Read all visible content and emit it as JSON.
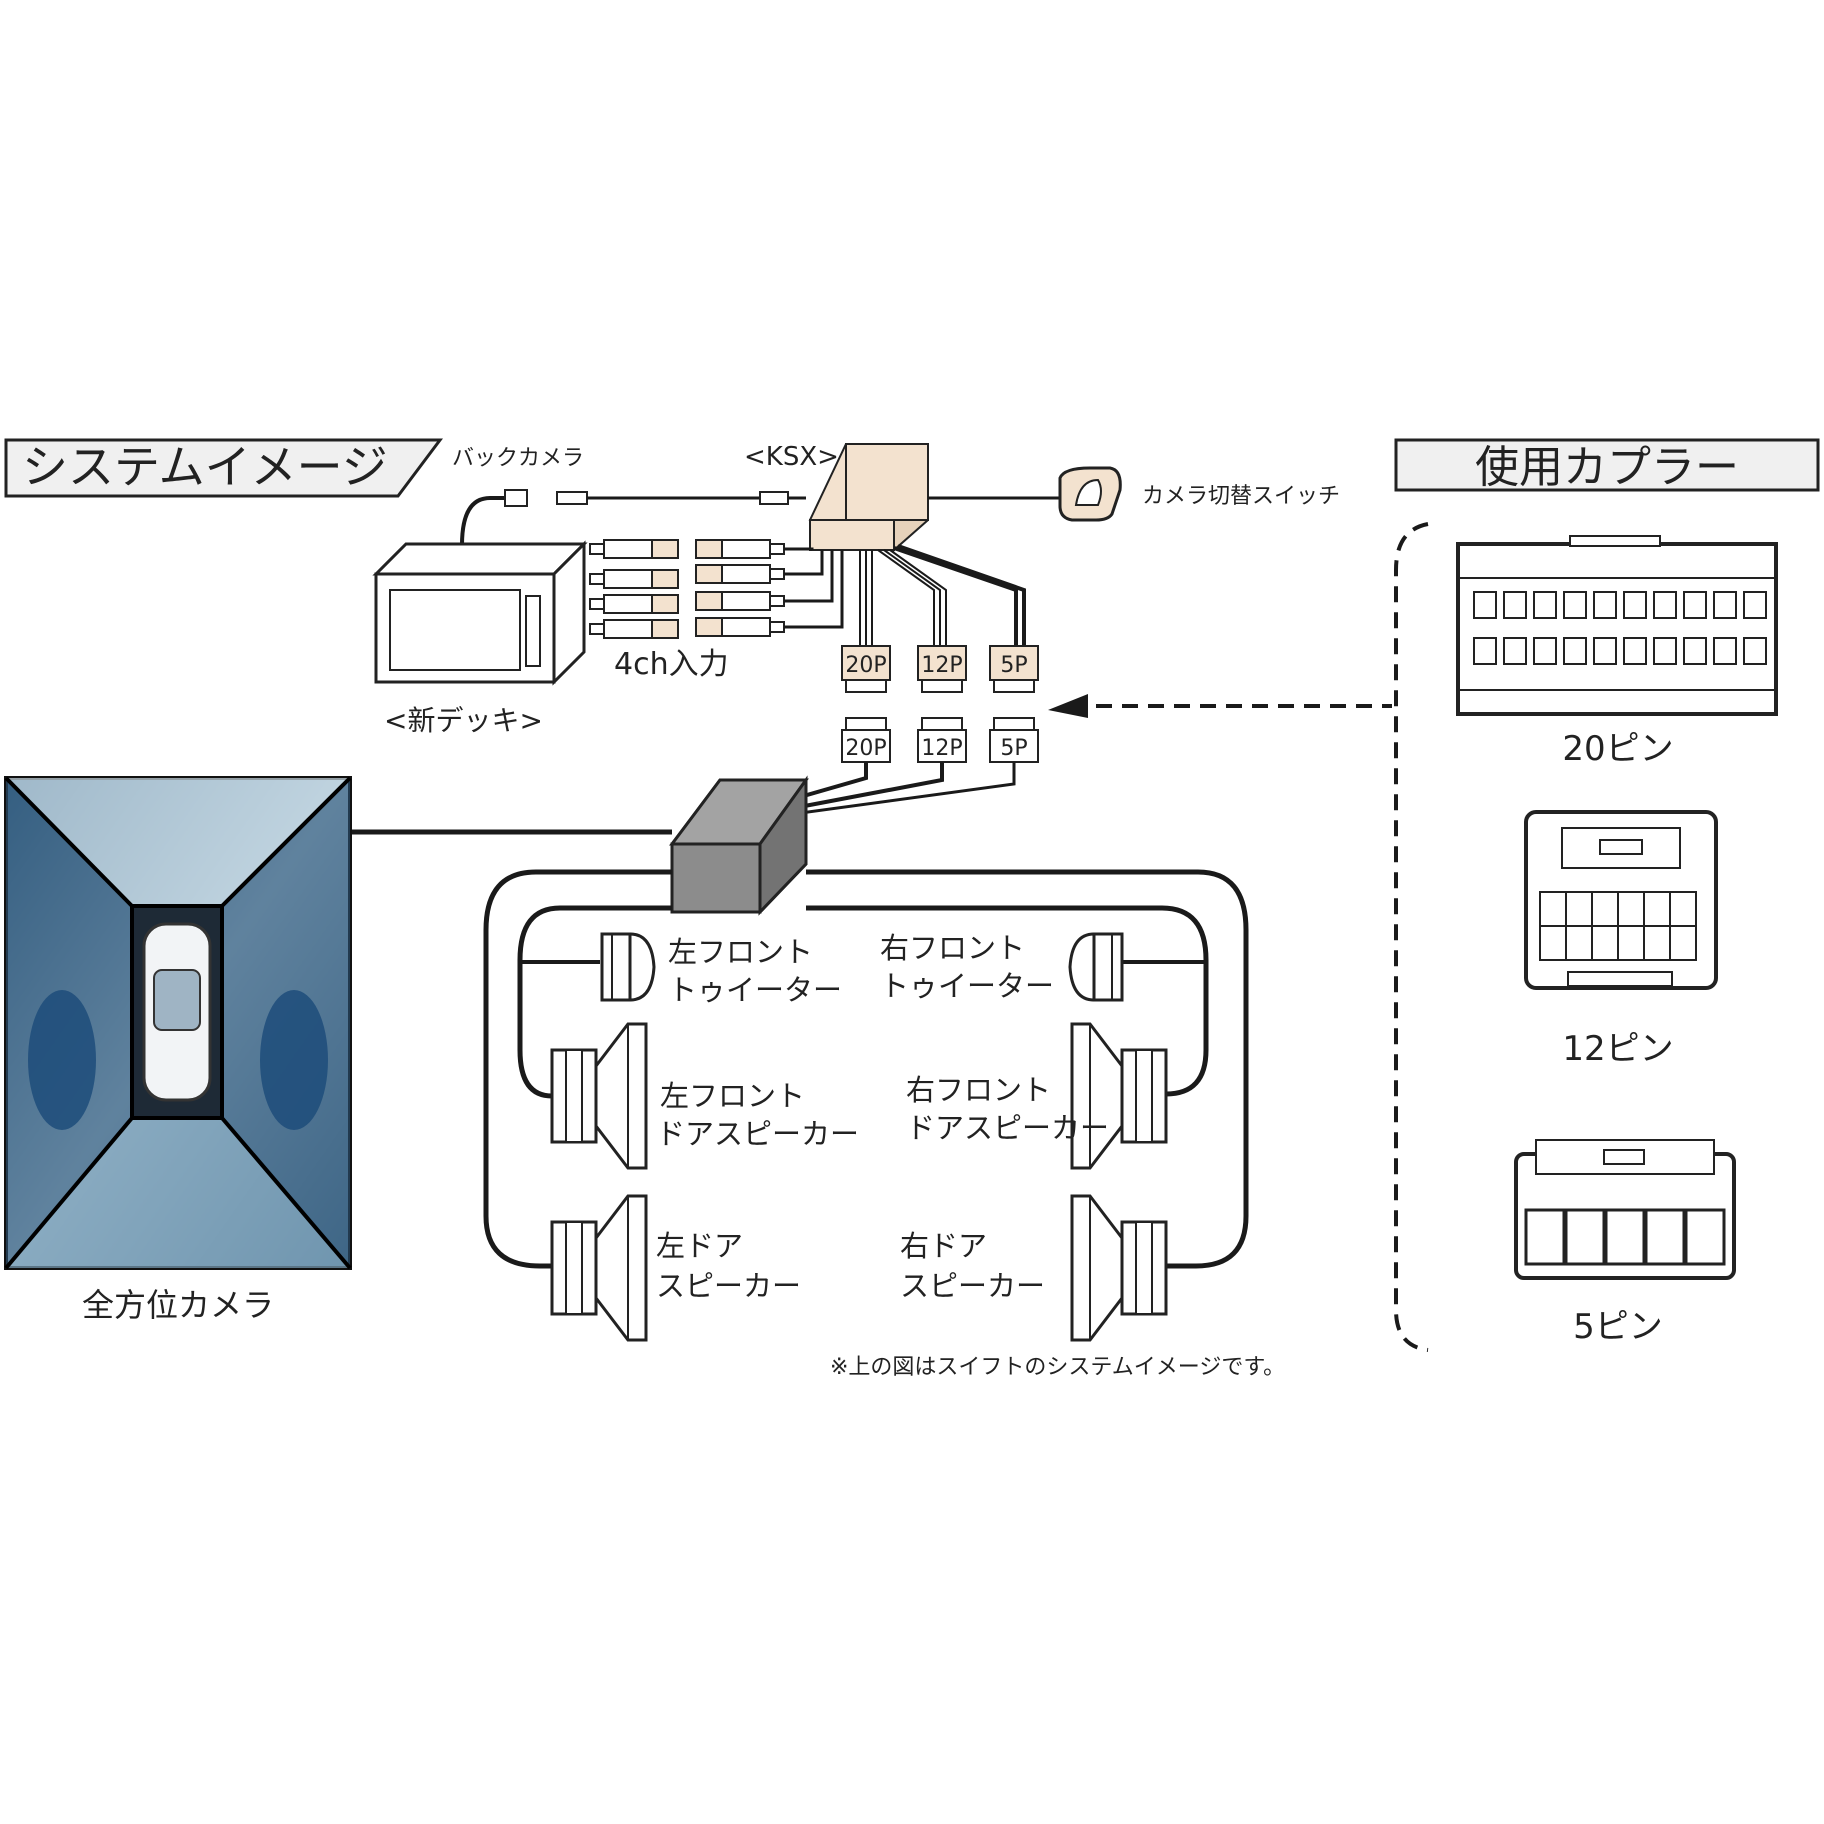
{
  "header": {
    "title": "システムイメージ",
    "coupler_title": "使用カプラー"
  },
  "labels": {
    "back_camera": "バックカメラ",
    "ksx": "<KSX>",
    "camera_switch": "カメラ切替スイッチ",
    "new_deck": "<新デッキ>",
    "input_4ch": "4ch入力",
    "conn_20p": "20P",
    "conn_12p": "12P",
    "conn_5p": "5P",
    "omni_camera": "全方位カメラ",
    "left_front_tweeter": [
      "左フロント",
      "トゥイーター"
    ],
    "right_front_tweeter": [
      "右フロント",
      "トゥイーター"
    ],
    "left_front_door_speaker": [
      "左フロント",
      "ドアスピーカー"
    ],
    "right_front_door_speaker": [
      "右フロント",
      "ドアスピーカー"
    ],
    "left_door_speaker": [
      "左ドア",
      "スピーカー"
    ],
    "right_door_speaker": [
      "右ドア",
      "スピーカー"
    ],
    "note": "※上の図はスイフトのシステムイメージです。"
  },
  "couplers": [
    {
      "label": "20ピン"
    },
    {
      "label": "12ピン"
    },
    {
      "label": "5ピン"
    }
  ],
  "colors": {
    "connector_fill": "#f3e2cf",
    "unit_fill": "#8c8c8c",
    "title_bg": "#f0f0f0",
    "line": "#1a1a1a"
  }
}
